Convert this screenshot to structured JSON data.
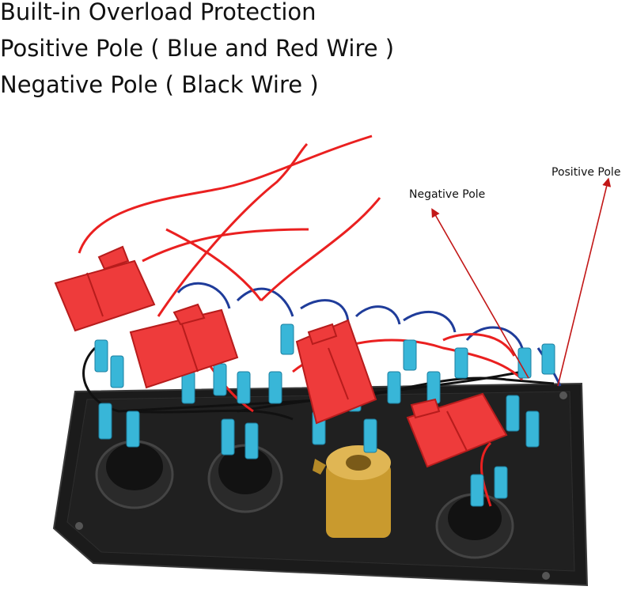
{
  "headings": {
    "line1": "Built-in Overload Protection",
    "line2": "Positive Pole ( Blue and Red Wire )",
    "line3": "Negative Pole ( Black Wire )"
  },
  "callouts": {
    "negative": "Negative Pole",
    "positive": "Positive Pole"
  },
  "colors": {
    "panel": "#1b1b1b",
    "fuse_holder": "#ee3b3b",
    "connector": "#38b6d8",
    "red_wire": "#ea2020",
    "blue_wire": "#1f3c9a",
    "black_wire": "#111111",
    "socket_brass": "#c99a2e",
    "arrow": "#c21717"
  }
}
